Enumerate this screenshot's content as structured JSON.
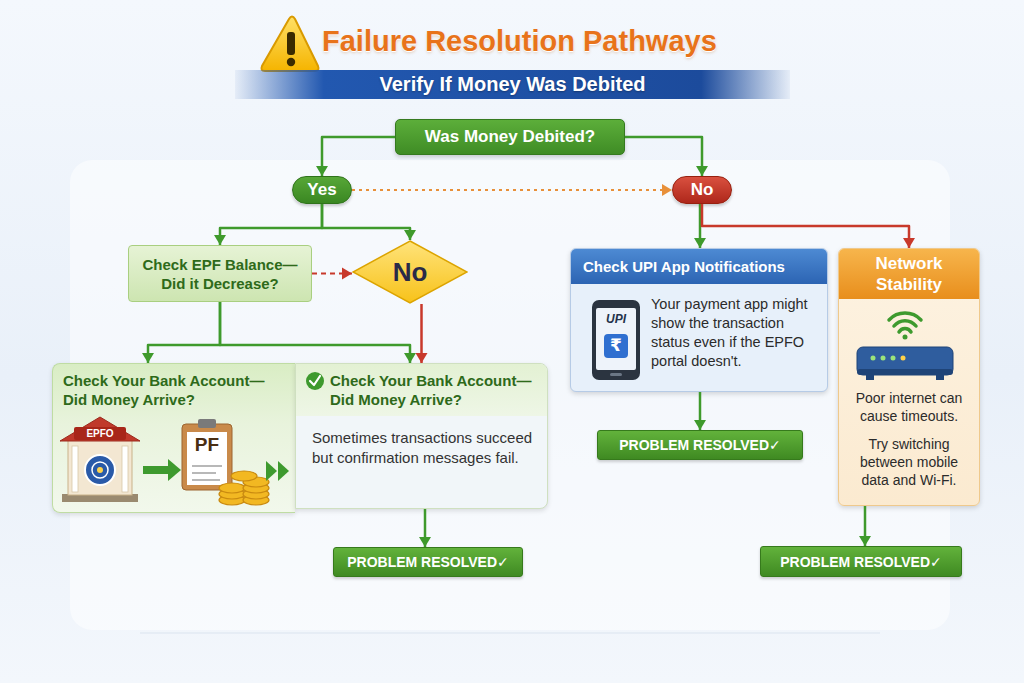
{
  "diagram": {
    "title": "Failure Resolution Pathways",
    "nodes": [
      {
        "text": [
          "Verify If Money Was Debited"
        ]
      },
      {
        "text": [
          "Was Money Debited?"
        ]
      },
      {
        "text": [
          "Yes"
        ]
      },
      {
        "text": [
          "No"
        ]
      },
      {
        "text": [
          "Check EPF Balance—Did it Decrease?"
        ]
      },
      {
        "text": [
          "No"
        ]
      },
      {
        "text": [
          "Check UPI App Notifications",
          "Your payment app might show the transaction status even if the EPFO portal doesn't."
        ]
      },
      {
        "text": [
          "Network Stability",
          "Poor internet can cause timeouts.",
          "Try switching between mobile data and Wi-Fi."
        ]
      },
      {
        "text": [
          "Check Your Bank Account—Did Money Arrive?"
        ]
      },
      {
        "text": [
          "Check Your Bank Account—Did Money Arrive?",
          "Sometimes transactions succeed but confirmation messages fail."
        ]
      },
      {
        "text": [
          "PROBLEM RESOLVED✓"
        ]
      },
      {
        "text": [
          "PROBLEM RESOLVED✓"
        ]
      },
      {
        "text": [
          "PROBLEM RESOLVED✓"
        ]
      }
    ],
    "edges": [
      {
        "from": 1,
        "to": 2,
        "arrow": "to"
      },
      {
        "from": 1,
        "to": 3,
        "arrow": "to"
      },
      {
        "from": 2,
        "to": 3,
        "arrow": "to"
      },
      {
        "from": 2,
        "to": 4,
        "arrow": "to"
      },
      {
        "from": 2,
        "to": 5,
        "arrow": "to"
      },
      {
        "from": 4,
        "to": 5,
        "arrow": "to"
      },
      {
        "from": 4,
        "to": 8,
        "arrow": "to"
      },
      {
        "from": 4,
        "to": 9,
        "arrow": "to"
      },
      {
        "from": 5,
        "to": 9,
        "arrow": "to"
      },
      {
        "from": 9,
        "to": 11,
        "arrow": "to"
      },
      {
        "from": 3,
        "to": 6,
        "arrow": "to"
      },
      {
        "from": 3,
        "to": 7,
        "arrow": "to"
      },
      {
        "from": 6,
        "to": 10,
        "arrow": "to"
      },
      {
        "from": 7,
        "to": 12,
        "arrow": "to"
      }
    ],
    "labels": [
      "EPFO",
      "PF",
      "UPI",
      "₹"
    ]
  }
}
